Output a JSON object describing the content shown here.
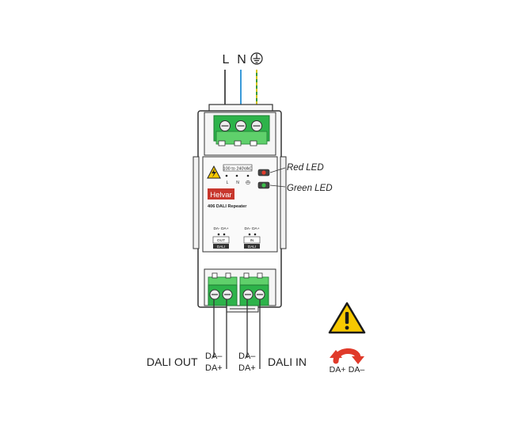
{
  "supply_labels": {
    "line": "L",
    "neutral": "N",
    "earth_icon": "earth-ground-icon"
  },
  "device": {
    "brand": "Helvar",
    "model": "406 DALI Repeater",
    "voltage_rating": "100 to 240VAC",
    "terminal_letters": {
      "line": "L",
      "neutral": "N"
    },
    "warning_icon": "electric-hazard-icon",
    "port_out": {
      "pins": "DA- DA+",
      "label": "OUT",
      "bus": "DALI"
    },
    "port_in": {
      "pins": "DA- DA+",
      "label": "IN",
      "bus": "DALI"
    }
  },
  "leds": {
    "red": "Red LED",
    "green": "Green LED"
  },
  "outputs": {
    "dali_out": "DALI OUT",
    "dali_in": "DALI IN",
    "out_minus": "DA–",
    "out_plus": "DA+",
    "in_minus": "DA–",
    "in_plus": "DA+"
  },
  "polarity_note": {
    "plus": "DA+",
    "minus": "DA–",
    "warning_icon": "warning-triangle-icon",
    "swap_icon": "polarity-swap-arrow-icon"
  },
  "colors": {
    "terminal_green": "#2db34a",
    "terminal_green_light": "#5fd06b",
    "wire_blue": "#3a9ad9",
    "wire_earth_yellow": "#d4c21a",
    "wire_earth_green": "#3a9a3a",
    "helvar_red": "#c8372d",
    "warning_yellow": "#f7c800",
    "arrow_red": "#e03a2a",
    "outline": "#333333"
  }
}
